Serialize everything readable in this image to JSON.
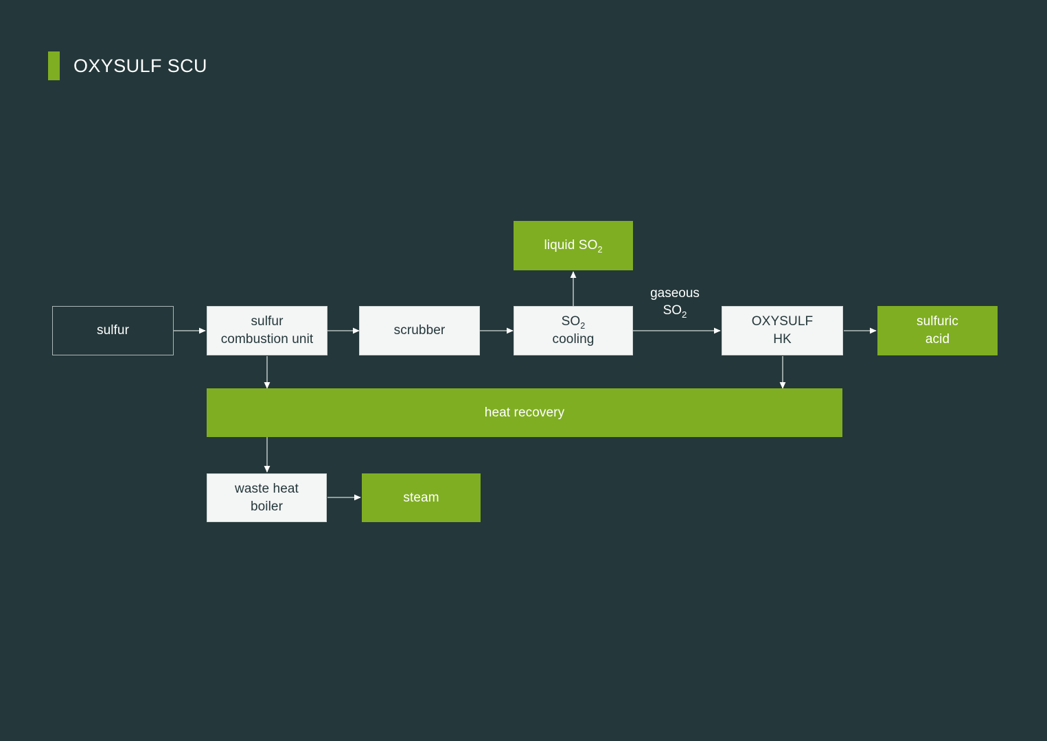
{
  "page": {
    "background_color": "#24373a",
    "accent_color": "#7fae22",
    "light_box_color": "#f4f5f5",
    "text_light": "#ffffff",
    "text_dark": "#24373a"
  },
  "header": {
    "title": "OXYSULF SCU"
  },
  "diagram": {
    "type": "process-flow",
    "nodes": [
      {
        "id": "sulfur",
        "label": "sulfur",
        "style": "outline"
      },
      {
        "id": "sulfur-combustion",
        "label": "sulfur\ncombustion unit",
        "style": "light"
      },
      {
        "id": "scrubber",
        "label": "scrubber",
        "style": "light"
      },
      {
        "id": "so2-cooling",
        "label_main": "SO",
        "label_sub": "2",
        "label_line2": "cooling",
        "style": "light"
      },
      {
        "id": "liquid-so2",
        "label_main": "liquid SO",
        "label_sub": "2",
        "style": "green"
      },
      {
        "id": "oxysulf-hk",
        "label": "OXYSULF\nHK",
        "style": "light"
      },
      {
        "id": "sulfuric-acid",
        "label": "sulfuric\nacid",
        "style": "green"
      },
      {
        "id": "heat-recovery",
        "label": "heat recovery",
        "style": "green"
      },
      {
        "id": "waste-heat-boiler",
        "label": "waste heat\nboiler",
        "style": "light"
      },
      {
        "id": "steam",
        "label": "steam",
        "style": "green"
      }
    ],
    "edge_labels": [
      {
        "id": "gaseous-so2",
        "line1": "gaseous",
        "line2_main": "SO",
        "line2_sub": "2"
      }
    ],
    "edges": [
      {
        "from": "sulfur",
        "to": "sulfur-combustion"
      },
      {
        "from": "sulfur-combustion",
        "to": "scrubber"
      },
      {
        "from": "scrubber",
        "to": "so2-cooling"
      },
      {
        "from": "so2-cooling",
        "to": "liquid-so2"
      },
      {
        "from": "so2-cooling",
        "to": "oxysulf-hk",
        "label": "gaseous SO2"
      },
      {
        "from": "oxysulf-hk",
        "to": "sulfuric-acid"
      },
      {
        "from": "sulfur-combustion",
        "to": "heat-recovery"
      },
      {
        "from": "oxysulf-hk",
        "to": "heat-recovery"
      },
      {
        "from": "heat-recovery",
        "to": "waste-heat-boiler"
      },
      {
        "from": "waste-heat-boiler",
        "to": "steam"
      }
    ]
  }
}
